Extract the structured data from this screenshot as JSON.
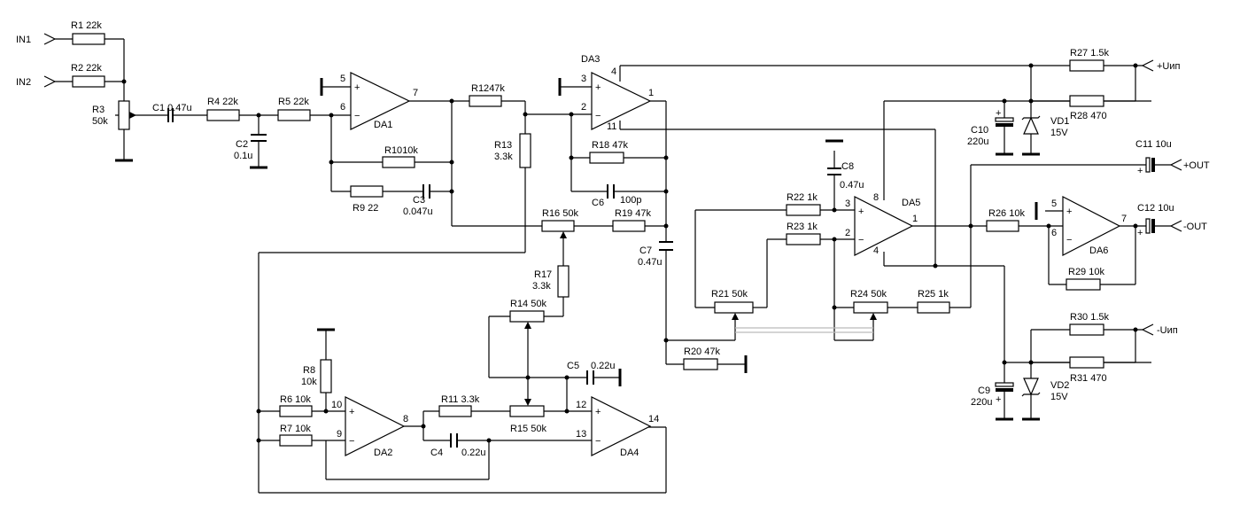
{
  "ports": {
    "in1": "IN1",
    "in2": "IN2",
    "vpos": "+Uип",
    "vneg": "-Uип",
    "outp": "+OUT",
    "outn": "-OUT"
  },
  "resistors": {
    "r1": {
      "ref": "R1",
      "val": "22k"
    },
    "r2": {
      "ref": "R2",
      "val": "22k"
    },
    "r3": {
      "ref": "R3",
      "val": "50k"
    },
    "r4": {
      "ref": "R4",
      "val": "22k"
    },
    "r5": {
      "ref": "R5",
      "val": "22k"
    },
    "r6": {
      "ref": "R6",
      "val": "10k"
    },
    "r7": {
      "ref": "R7",
      "val": "10k"
    },
    "r8": {
      "ref": "R8",
      "val": "10k"
    },
    "r9": {
      "ref": "R9",
      "val": "22"
    },
    "r10": {
      "ref": "R10",
      "val": "10k"
    },
    "r11": {
      "ref": "R11",
      "val": "3.3k"
    },
    "r12": {
      "ref": "R12",
      "val": "47k"
    },
    "r13": {
      "ref": "R13",
      "val": "3.3k"
    },
    "r14": {
      "ref": "R14",
      "val": "50k"
    },
    "r15": {
      "ref": "R15",
      "val": "50k"
    },
    "r16": {
      "ref": "R16",
      "val": "50k"
    },
    "r17": {
      "ref": "R17",
      "val": "3.3k"
    },
    "r18": {
      "ref": "R18",
      "val": "47k"
    },
    "r19": {
      "ref": "R19",
      "val": "47k"
    },
    "r20": {
      "ref": "R20",
      "val": "47k"
    },
    "r21": {
      "ref": "R21",
      "val": "50k"
    },
    "r22": {
      "ref": "R22",
      "val": "1k"
    },
    "r23": {
      "ref": "R23",
      "val": "1k"
    },
    "r24": {
      "ref": "R24",
      "val": "50k"
    },
    "r25": {
      "ref": "R25",
      "val": "1k"
    },
    "r26": {
      "ref": "R26",
      "val": "10k"
    },
    "r27": {
      "ref": "R27",
      "val": "1.5k"
    },
    "r28": {
      "ref": "R28",
      "val": "470"
    },
    "r29": {
      "ref": "R29",
      "val": "10k"
    },
    "r30": {
      "ref": "R30",
      "val": "1.5k"
    },
    "r31": {
      "ref": "R31",
      "val": "470"
    }
  },
  "capacitors": {
    "c1": {
      "ref": "C1",
      "val": "0.47u"
    },
    "c2": {
      "ref": "C2",
      "val": "0.1u"
    },
    "c3": {
      "ref": "C3",
      "val": "0.047u"
    },
    "c4": {
      "ref": "C4",
      "val": "0.22u"
    },
    "c5": {
      "ref": "C5",
      "val": "0.22u"
    },
    "c6": {
      "ref": "C6",
      "val": "100p"
    },
    "c7": {
      "ref": "C7",
      "val": "0.47u"
    },
    "c8": {
      "ref": "C8",
      "val": "0.47u"
    },
    "c9": {
      "ref": "C9",
      "val": "220u"
    },
    "c10": {
      "ref": "C10",
      "val": "220u"
    },
    "c11": {
      "ref": "C11",
      "val": "10u"
    },
    "c12": {
      "ref": "C12",
      "val": "10u"
    }
  },
  "diodes": {
    "vd1": {
      "ref": "VD1",
      "val": "15V"
    },
    "vd2": {
      "ref": "VD2",
      "val": "15V"
    }
  },
  "opamps": {
    "da1": "DA1",
    "da2": "DA2",
    "da3": "DA3",
    "da4": "DA4",
    "da5": "DA5",
    "da6": "DA6"
  },
  "pins": {
    "da1_plus": "5",
    "da1_minus": "6",
    "da1_out": "7",
    "da2_plus": "10",
    "da2_minus": "9",
    "da2_out": "8",
    "da3_plus": "3",
    "da3_minus": "2",
    "da3_out": "1",
    "da3_vp": "4",
    "da3_vn": "11",
    "da4_plus": "12",
    "da4_minus": "13",
    "da4_out": "14",
    "da5_plus": "3",
    "da5_minus": "2",
    "da5_out": "1",
    "da5_vp": "8",
    "da5_vn": "4",
    "da6_plus": "5",
    "da6_minus": "6",
    "da6_out": "7"
  },
  "symbols": {
    "plus": "+",
    "minus": "−"
  }
}
